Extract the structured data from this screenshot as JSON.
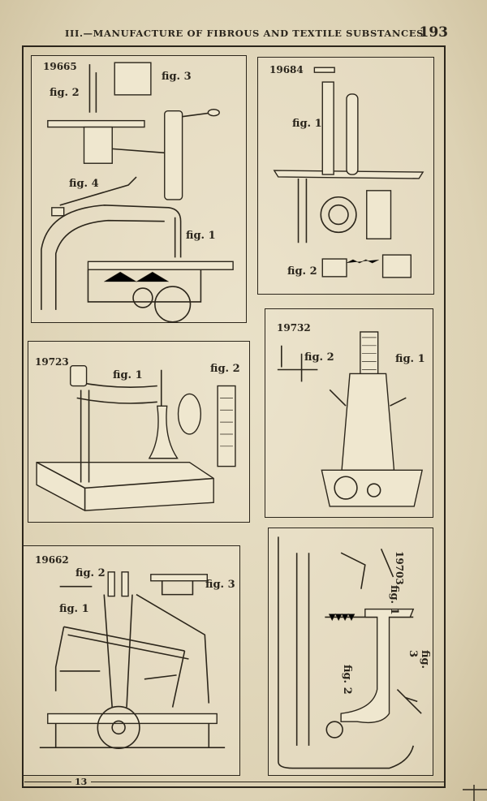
{
  "header": {
    "title": "III.—MANUFACTURE OF FIBROUS AND TEXTILE SUBSTANCES.",
    "page_number": "193"
  },
  "panels": [
    {
      "number": "19665",
      "labels": [
        "fig. 2",
        "fig. 3",
        "fig. 4",
        "fig. 1"
      ]
    },
    {
      "number": "19684",
      "labels": [
        "fig. 1",
        "fig. 2"
      ]
    },
    {
      "number": "19723",
      "labels": [
        "fig. 1",
        "fig. 2"
      ]
    },
    {
      "number": "19732",
      "labels": [
        "fig. 2",
        "fig. 1"
      ]
    },
    {
      "number": "19662",
      "labels": [
        "fig. 2",
        "fig. 3",
        "fig. 1"
      ]
    },
    {
      "number": "19703",
      "labels": [
        "fig. 1",
        "fig. 3",
        "fig. 2"
      ]
    }
  ],
  "footer": {
    "signature": "13"
  }
}
